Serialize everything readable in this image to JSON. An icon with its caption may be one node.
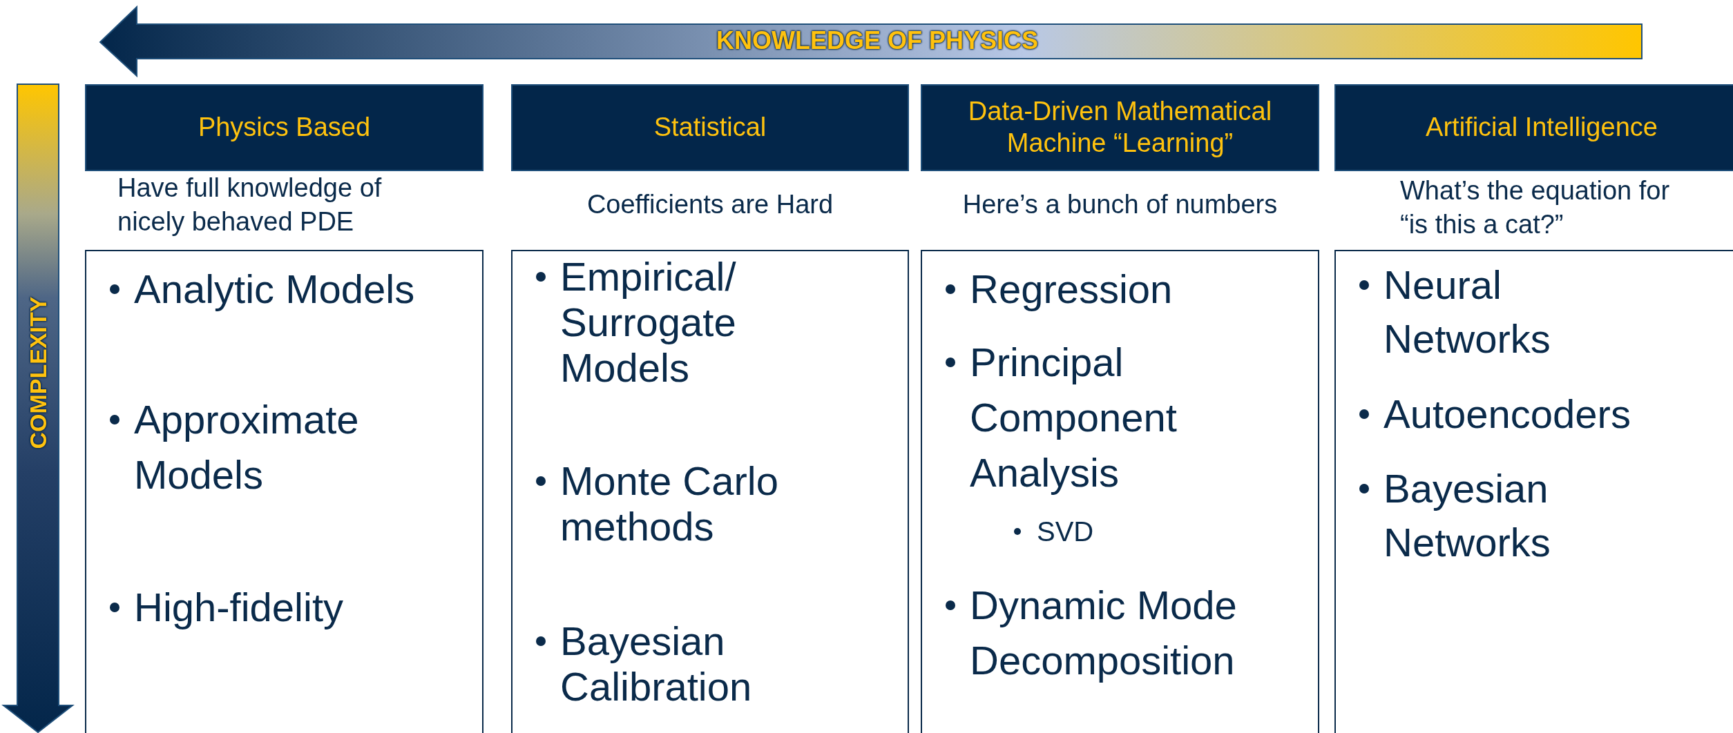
{
  "diagram": {
    "nodes": [
      {
        "text": [
          "Physics Based"
        ],
        "beside": [
          "Have full knowledge of nicely behaved PDE"
        ]
      },
      {
        "text": [
          "Analytic Models",
          "Approximate Models",
          "High-fidelity"
        ]
      },
      {
        "text": [
          "Statistical"
        ],
        "beside": [
          "Coefficients are Hard"
        ]
      },
      {
        "text": [
          "Empirical/ Surrogate Models",
          "Monte Carlo methods",
          "Bayesian Calibration"
        ]
      },
      {
        "text": [
          "Data-Driven Mathematical Machine “Learning”"
        ],
        "beside": [
          "Here’s a bunch of numbers"
        ]
      },
      {
        "text": [
          "Regression",
          "Principal Component Analysis",
          "SVD",
          "Dynamic Mode Decomposition"
        ]
      },
      {
        "text": [
          "Artificial Intelligence"
        ],
        "beside": [
          "What’s the equation for “is this a cat?”"
        ]
      },
      {
        "text": [
          "Neural Networks",
          "Autoencoders",
          "Bayesian Networks"
        ]
      }
    ],
    "labels": [
      "KNOWLEDGE OF PHYSICS",
      "COMPLEXITY"
    ]
  }
}
